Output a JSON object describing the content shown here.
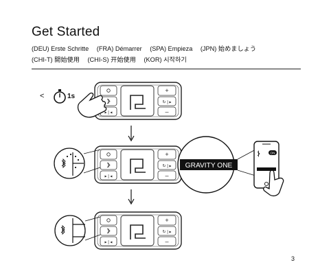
{
  "header": {
    "title": "Get Started",
    "languages_line1": [
      "(DEU) Erste Schritte",
      "(FRA) Démarrer",
      "(SPA) Empieza",
      "(JPN) 始めましょう"
    ],
    "languages_line2": [
      "(CHI-T) 開始使用",
      "(CHI-S) 开始使用",
      "(KOR) 시작하기"
    ]
  },
  "steps": {
    "press_hold_prefix": "<",
    "press_hold_duration": "1s",
    "device_name": "GRAVITY ONE",
    "phone_badge": "ON"
  },
  "icons": [
    "stopwatch-icon",
    "finger-press-icon",
    "bluetooth-icon",
    "arrow-down-icon",
    "smartphone-icon"
  ],
  "footer": {
    "page_number": "3"
  }
}
